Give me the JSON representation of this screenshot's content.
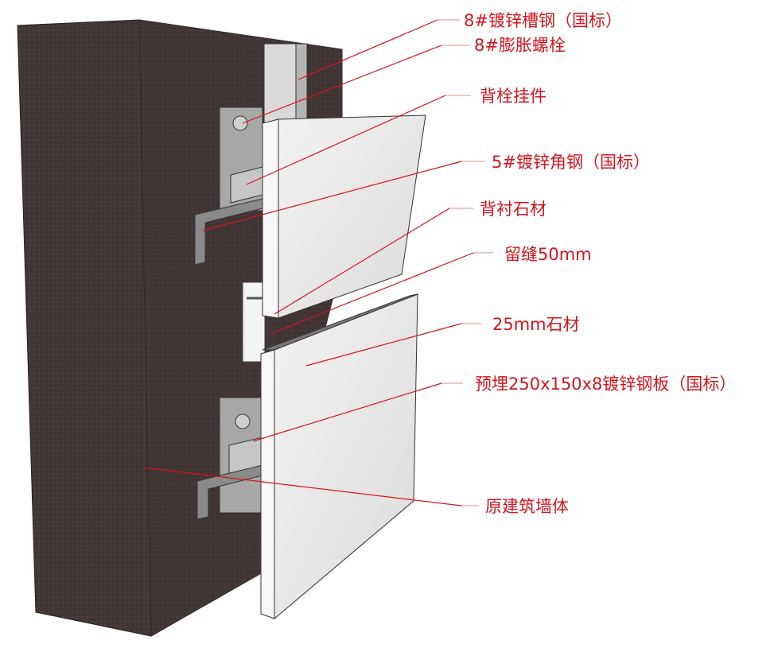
{
  "labels": [
    {
      "text": "8#镀锌槽钢（国标）"
    },
    {
      "text": "8#膨胀螺栓"
    },
    {
      "text": "背栓挂件"
    },
    {
      "text": "5#镀锌角钢（国标）"
    },
    {
      "text": "背衬石材"
    },
    {
      "text": "留缝50mm"
    },
    {
      "text": "25mm石材"
    },
    {
      "text": "预埋250x150x8镀锌钢板（国标）"
    },
    {
      "text": "原建筑墙体"
    }
  ],
  "colors": {
    "label": "#d8141c",
    "wall": "#3f3334",
    "stone": "#e8e8e8",
    "steel": "#9a9a9a"
  }
}
